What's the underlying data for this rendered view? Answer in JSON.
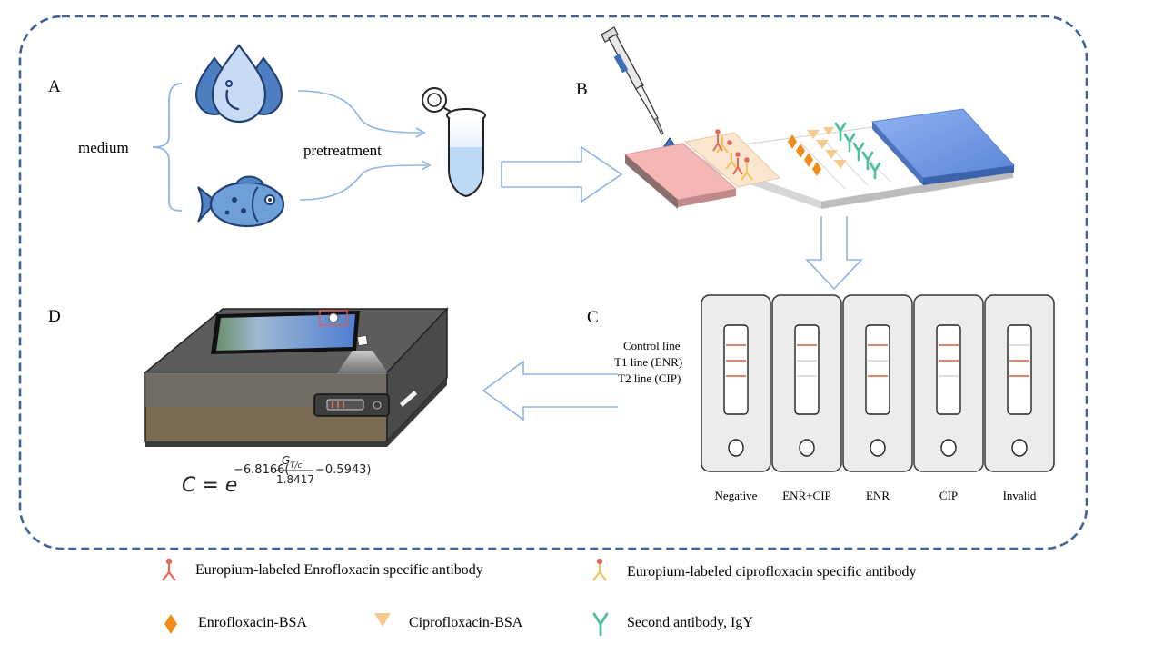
{
  "panels": {
    "a": "A",
    "b": "B",
    "c": "C",
    "d": "D"
  },
  "panel_a": {
    "medium_label": "medium",
    "pretreatment_label": "pretreatment"
  },
  "panel_c": {
    "line_labels": [
      "Control line",
      "T1 line  (ENR)",
      "T2 line  (CIP)"
    ],
    "strips": [
      {
        "label": "Negative",
        "control": true,
        "t1": true,
        "t2": true
      },
      {
        "label": "ENR+CIP",
        "control": true,
        "t1": false,
        "t2": false
      },
      {
        "label": "ENR",
        "control": true,
        "t1": false,
        "t2": true
      },
      {
        "label": "CIP",
        "control": true,
        "t1": true,
        "t2": false
      },
      {
        "label": "Invalid",
        "control": false,
        "t1": true,
        "t2": true
      }
    ]
  },
  "panel_d": {
    "formula_lhs": "C = e",
    "formula_exp_pre": "−6.8166(",
    "formula_num": "G",
    "formula_num_sub": "T/c",
    "formula_den": "1.8417",
    "formula_exp_post": "−0.5943)"
  },
  "legend": {
    "eu_enr_antibody": "Europium-labeled  Enrofloxacin specific antibody",
    "eu_cip_antibody": "Europium-labeled  ciprofloxacin specific antibody",
    "enr_bsa": "Enrofloxacin-BSA",
    "cip_bsa": "Ciprofloxacin-BSA",
    "second_antibody": "Second antibody, IgY"
  },
  "colors": {
    "frame": "#3f6396",
    "test_line": "#d9745a",
    "arrow_stroke": "#8fb3e6",
    "drop_icon": "#3b6fb5",
    "enr_bsa": "#f08c18",
    "cip_bsa": "#f7c98a",
    "igy": "#4fbf98",
    "eu_enr": "#e06a55",
    "eu_cip": "#f2c35a"
  }
}
